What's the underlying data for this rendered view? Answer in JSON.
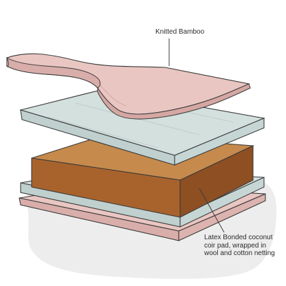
{
  "labels": {
    "top": "Knitted Bamboo",
    "bottom": [
      "Latex Bonded coconut",
      "coir pad, wrapped in",
      "wool and cotton netting"
    ]
  },
  "layers": [
    {
      "name": "knitted-bamboo-topper",
      "color": "#e8c4c0"
    },
    {
      "name": "upper-foam-layer",
      "color": "#cfdcda"
    },
    {
      "name": "coconut-coir-core",
      "color": "#c2864a"
    },
    {
      "name": "lower-foam-layer",
      "color": "#cfdcda"
    },
    {
      "name": "base-cover",
      "color": "#e8c4c0"
    }
  ],
  "colors": {
    "outline": "#3a3a3a",
    "shadow": "#e9e9e9",
    "text": "#2b2b2b"
  }
}
